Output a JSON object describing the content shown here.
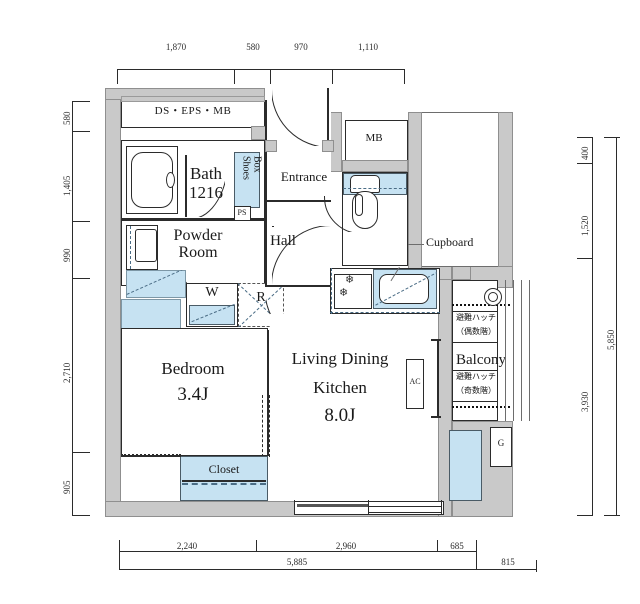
{
  "plan": {
    "type": "residential-floor-plan",
    "unit_of_measure": "mm",
    "rooms": [
      {
        "id": "ldk",
        "name": "Living Dining",
        "name2": "Kitchen",
        "area": "8.0J"
      },
      {
        "id": "bedroom",
        "name": "Bedroom",
        "area": "3.4J"
      },
      {
        "id": "hall",
        "name": "Hall"
      },
      {
        "id": "entrance",
        "name": "Entrance"
      },
      {
        "id": "bath",
        "name": "Bath",
        "size_code": "1216"
      },
      {
        "id": "powder",
        "name": "Powder",
        "name2": "Room"
      },
      {
        "id": "balcony",
        "name": "Balcony"
      }
    ],
    "fixtures": [
      {
        "id": "ds-eps-mb",
        "label": "DS・EPS・MB"
      },
      {
        "id": "mb",
        "label": "MB"
      },
      {
        "id": "ps",
        "label": "PS"
      },
      {
        "id": "shoes-box",
        "label": "Shoes",
        "label2": "Box"
      },
      {
        "id": "washer",
        "label": "W"
      },
      {
        "id": "fridge",
        "label": "R"
      },
      {
        "id": "closet",
        "label": "Closet"
      },
      {
        "id": "cupboard",
        "label": "Cupboard"
      },
      {
        "id": "ac",
        "label": "AC"
      },
      {
        "id": "gas-meter",
        "label": "G"
      }
    ],
    "annotations": [
      {
        "id": "hatch-even",
        "line1": "避難ハッチ",
        "line2": "（偶数階）"
      },
      {
        "id": "hatch-odd",
        "line1": "避難ハッチ",
        "line2": "（奇数階）"
      }
    ],
    "dimensions": {
      "top": [
        "1,870",
        "580",
        "970",
        "1,110"
      ],
      "left": [
        "580",
        "1,405",
        "990",
        "2,710",
        "905"
      ],
      "right_inner": [
        "400",
        "1,520",
        "3,930"
      ],
      "right_total": "5,850",
      "bottom": [
        "2,240",
        "2,960",
        "685"
      ],
      "bottom_total": "5,885",
      "bottom_extra": "815"
    },
    "colors": {
      "wall": "#c9c9c9",
      "wall_stroke": "#8f8f8f",
      "fixture_blue": "#c6e2f2",
      "ink": "#1a1a1a",
      "background": "#ffffff"
    }
  }
}
